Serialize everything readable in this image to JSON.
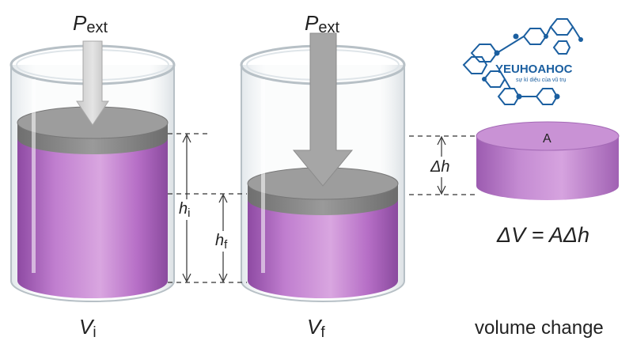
{
  "left_cylinder": {
    "pressure_symbol": "P",
    "pressure_subscript": "ext",
    "height_symbol": "h",
    "height_subscript": "i",
    "volume_symbol": "V",
    "volume_subscript": "i"
  },
  "right_cylinder": {
    "pressure_symbol": "P",
    "pressure_subscript": "ext",
    "height_symbol": "h",
    "height_subscript": "f",
    "volume_symbol": "V",
    "volume_subscript": "f"
  },
  "disk": {
    "area_label": "A",
    "delta_h_label": "Δh",
    "formula": "ΔV = AΔh",
    "caption": "volume change"
  },
  "logo": {
    "name": "YEUHOAHOC",
    "tagline": "sự kì diệu của vũ trụ"
  },
  "colors": {
    "liquid": "#b46fc4",
    "piston": "#8a8a8a",
    "glass": "#c9d2d8",
    "logo_blue": "#1b5fa0"
  }
}
